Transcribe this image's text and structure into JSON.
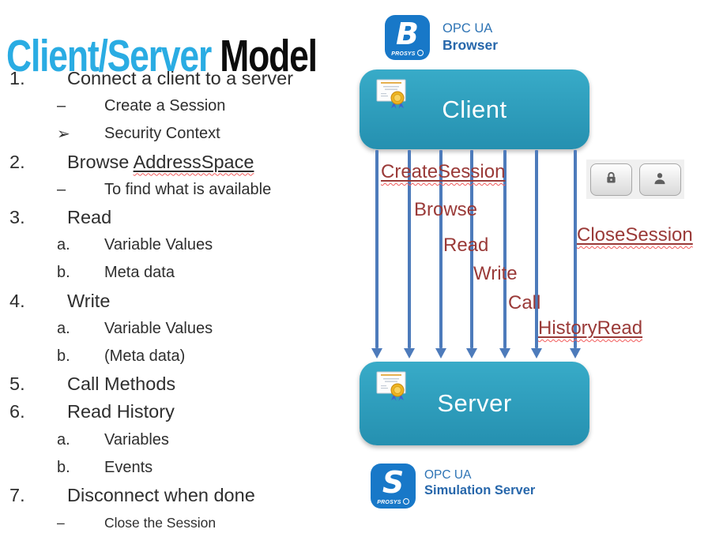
{
  "title": {
    "highlight": "Client/Server",
    "rest": " Model"
  },
  "logos": {
    "browser": {
      "badge_letter": "B",
      "brand": "PROSYS",
      "line1": "OPC UA",
      "line2": "Browser"
    },
    "simulation_server": {
      "badge_letter": "S",
      "brand": "PROSYS",
      "line1": "OPC UA",
      "line2": "Simulation Server"
    }
  },
  "list": {
    "items": [
      {
        "marker": "1.",
        "text": "Connect a client to a server"
      },
      {
        "marker": "–",
        "text": "Create a Session"
      },
      {
        "marker": "➢",
        "text": "Security Context"
      },
      {
        "marker": "2.",
        "prefix": "Browse ",
        "underlined": "AddressSpace"
      },
      {
        "marker": "–",
        "text": "To find what is available"
      },
      {
        "marker": "3.",
        "text": "Read"
      },
      {
        "marker": "a.",
        "text": "Variable Values"
      },
      {
        "marker": "b.",
        "text": "Meta data"
      },
      {
        "marker": "4.",
        "text": "Write"
      },
      {
        "marker": "a.",
        "text": "Variable Values"
      },
      {
        "marker": "b.",
        "text": "(Meta data)"
      },
      {
        "marker": "5.",
        "text": "Call Methods"
      },
      {
        "marker": "6.",
        "text": "Read History"
      },
      {
        "marker": "a.",
        "text": "Variables"
      },
      {
        "marker": "b.",
        "text": "Events"
      },
      {
        "marker": "7.",
        "text": "Disconnect when done"
      },
      {
        "marker": "–",
        "text": "Close the Session"
      }
    ]
  },
  "diagram": {
    "client_label": "Client",
    "server_label": "Server",
    "operations": [
      {
        "label": "CreateSession",
        "underlined": true
      },
      {
        "label": "Browse",
        "underlined": false
      },
      {
        "label": "Read",
        "underlined": false
      },
      {
        "label": "Write",
        "underlined": false
      },
      {
        "label": "Call",
        "underlined": false
      },
      {
        "label": "HistoryRead",
        "underlined": true
      },
      {
        "label": "CloseSession",
        "underlined": true
      }
    ],
    "toolbar": {
      "buttons": [
        {
          "icon": "lock"
        },
        {
          "icon": "user"
        }
      ]
    }
  },
  "colors": {
    "accent_cyan": "#2aace3",
    "box_teal_top": "#38abc8",
    "box_teal_bottom": "#2590b0",
    "arrow_blue": "#4d7bbb",
    "label_red": "#9a3a38",
    "logo_blue": "#1878c8",
    "logo_text_blue": "#2e74b5",
    "squiggle_red": "#f25c5c"
  }
}
